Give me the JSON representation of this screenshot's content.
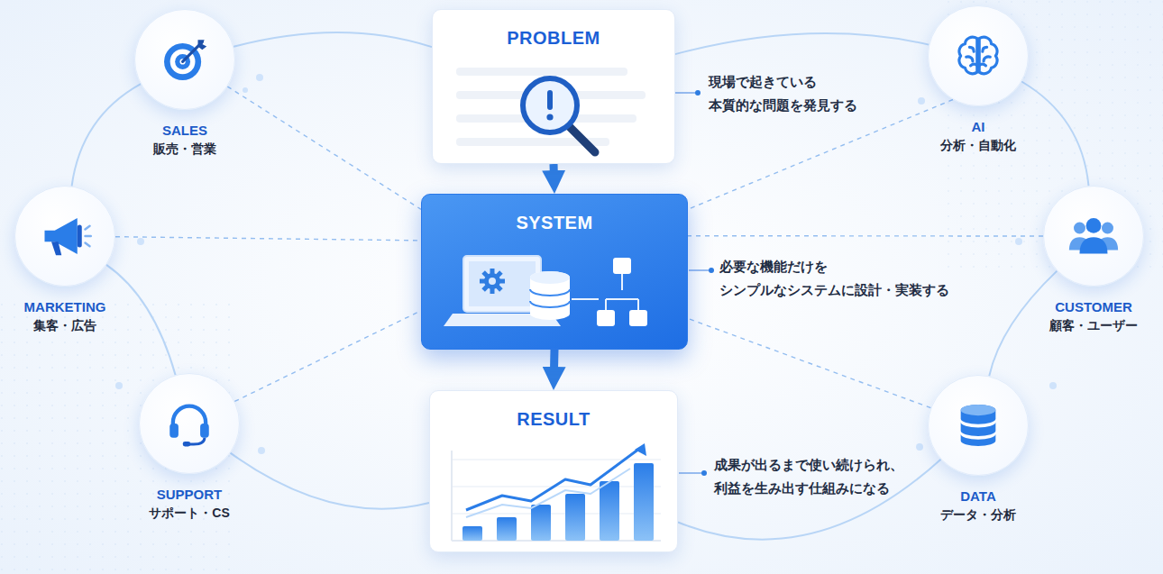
{
  "diagram": {
    "nodes": [
      {
        "text": [
          "PROBLEM"
        ]
      },
      {
        "text": [
          "SYSTEM"
        ]
      },
      {
        "text": [
          "RESULT"
        ]
      },
      {
        "text": [
          "SALES",
          "販売・営業"
        ]
      },
      {
        "text": [
          "MARKETING",
          "集客・広告"
        ]
      },
      {
        "text": [
          "SUPPORT",
          "サポート・CS"
        ]
      },
      {
        "text": [
          "AI",
          "分析・自動化"
        ]
      },
      {
        "text": [
          "CUSTOMER",
          "顧客・ユーザー"
        ]
      },
      {
        "text": [
          "DATA",
          "データ・分析"
        ]
      }
    ],
    "edges": [
      {
        "from": 0,
        "to": 1,
        "arrow": "to"
      },
      {
        "from": 1,
        "to": 2,
        "arrow": "to"
      },
      {
        "from": 3,
        "to": 1,
        "arrow": "none"
      },
      {
        "from": 4,
        "to": 1,
        "arrow": "none"
      },
      {
        "from": 5,
        "to": 1,
        "arrow": "none"
      },
      {
        "from": 6,
        "to": 1,
        "arrow": "none"
      },
      {
        "from": 7,
        "to": 1,
        "arrow": "none"
      },
      {
        "from": 8,
        "to": 1,
        "arrow": "none"
      },
      {
        "from": 3,
        "to": 4,
        "arrow": "none"
      },
      {
        "from": 4,
        "to": 5,
        "arrow": "none"
      },
      {
        "from": 6,
        "to": 7,
        "arrow": "none"
      },
      {
        "from": 7,
        "to": 8,
        "arrow": "none"
      },
      {
        "from": 3,
        "to": 0,
        "arrow": "none"
      },
      {
        "from": 6,
        "to": 0,
        "arrow": "none"
      },
      {
        "from": 5,
        "to": 2,
        "arrow": "none"
      },
      {
        "from": 8,
        "to": 2,
        "arrow": "none"
      }
    ],
    "labels": [
      "現場で起きている 本質的な問題を発見する",
      "必要な機能だけを シンプルなシステムに設計・実装する",
      "成果が出るまで使い続けられ、 利益を生み出す仕組みになる"
    ]
  }
}
